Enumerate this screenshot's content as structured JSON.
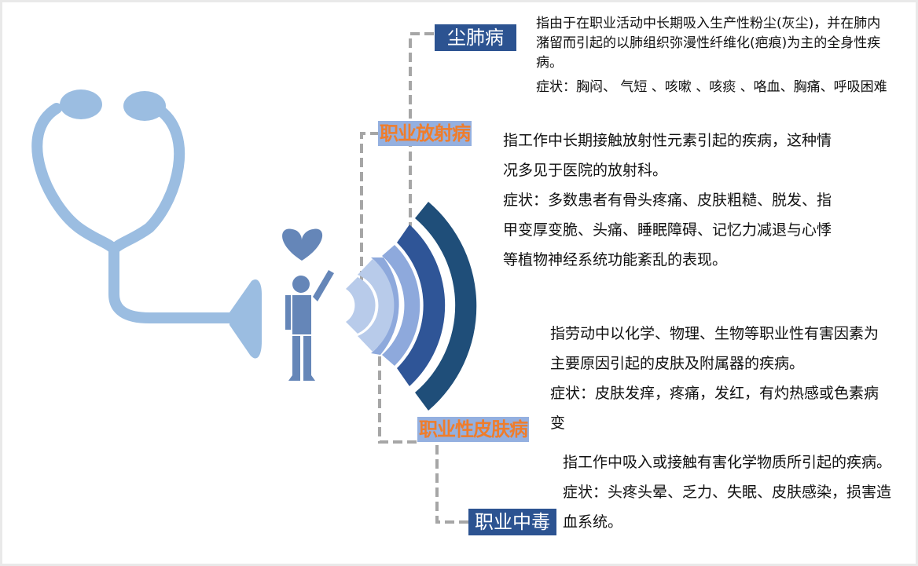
{
  "diseases": [
    {
      "title": "尘肺病",
      "description": "指由于在职业活动中长期吸入生产性粉尘(灰尘)，并在肺内潴留而引起的以肺组织弥漫性纤维化(疤痕)为主的全身性疾病。",
      "symptoms": "症状：胸闷、 气短 、咳嗽 、咳痰 、咯血、胸痛、呼吸困难"
    },
    {
      "title": "职业放射病",
      "description": "指工作中长期接触放射性元素引起的疾病，这种情况多见于医院的放射科。",
      "symptoms": "症状：多数患者有骨头疼痛、皮肤粗糙、脱发、指甲变厚变脆、头痛、睡眠障碍、记忆力减退与心悸等植物神经系统功能紊乱的表现。"
    },
    {
      "title": "职业性皮肤病",
      "description": "指劳动中以化学、物理、生物等职业性有害因素为主要原因引起的皮肤及附属器的疾病。",
      "symptoms": "症状：皮肤发痒，疼痛，发红，有灼热感或色素病变"
    },
    {
      "title": "职业中毒",
      "description": "指工作中吸入或接触有害化学物质所引起的疾病。",
      "symptoms": "症状：头疼头晕、乏力、失眠、皮肤感染，损害造血系统。"
    }
  ],
  "colors": {
    "stethoscope": "#9bbde1",
    "figure": "#6586b8",
    "dark_label": "#2c5391",
    "light_label": "#94b0e0",
    "orange_text": "#ef7d2c",
    "arc1": "#b8cbea",
    "arc2": "#8ea9dc",
    "arc3": "#2f5597",
    "arc4": "#1f4e79",
    "dashed_line": "#a6a6a6"
  },
  "icons": [
    "stethoscope-icon",
    "heart-icon",
    "person-icon",
    "signal-waves-icon"
  ]
}
